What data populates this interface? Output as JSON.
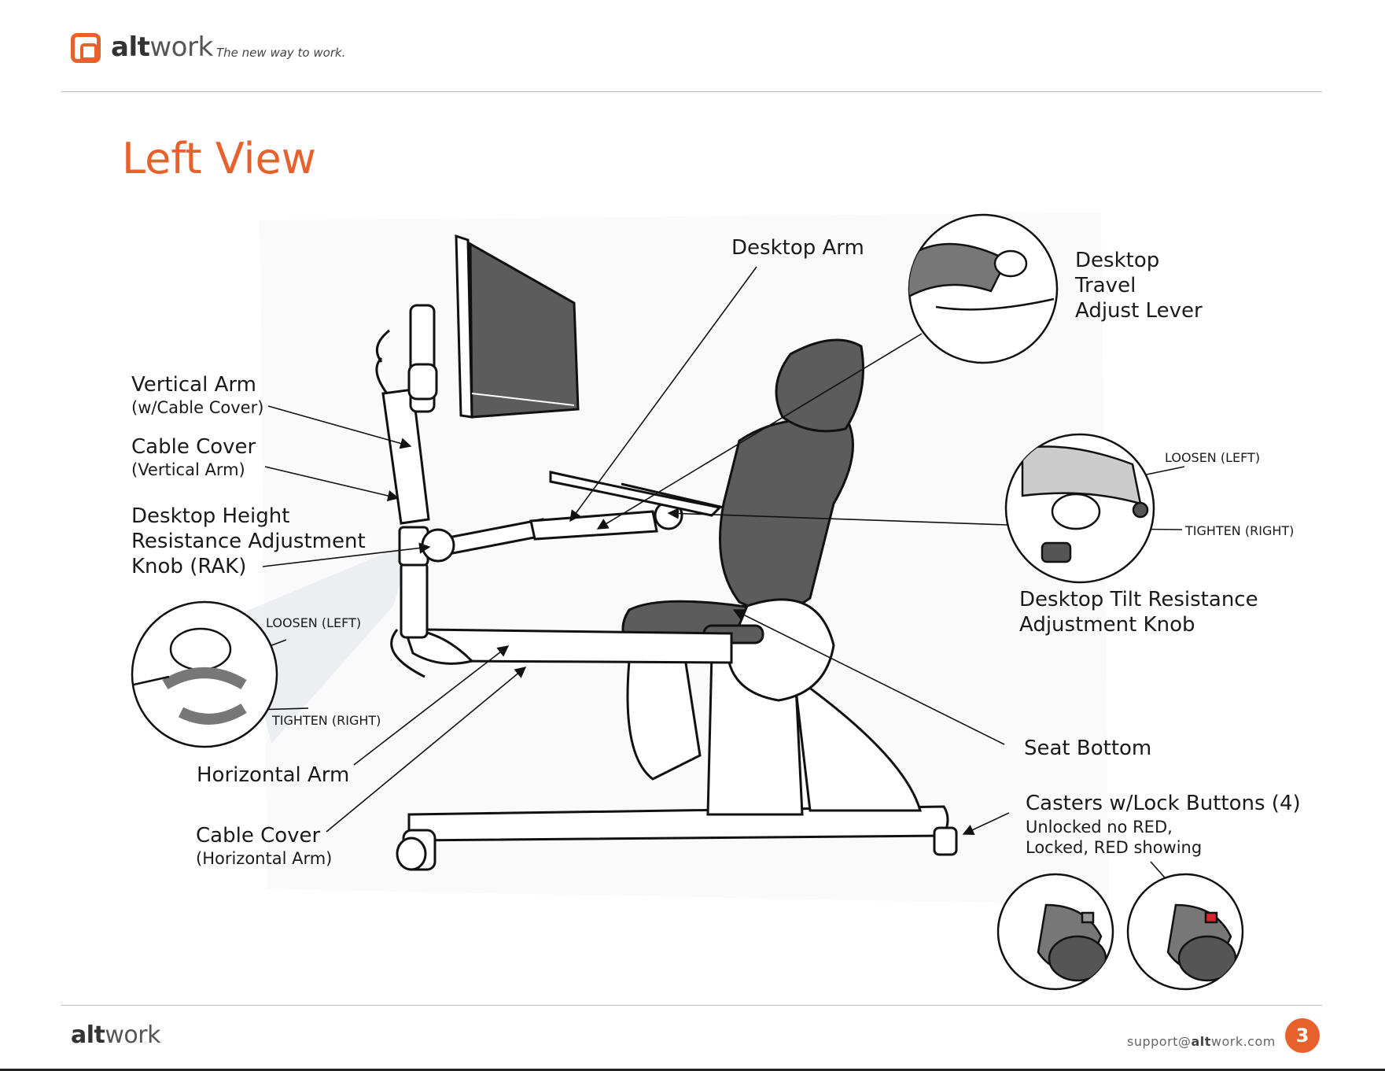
{
  "header": {
    "brand_bold": "alt",
    "brand_light": "work",
    "tagline": "The new way to work."
  },
  "title": "Left View",
  "labels": {
    "vertical_arm": "Vertical Arm",
    "vertical_arm_sub": "(w/Cable Cover)",
    "cable_cover_v": "Cable Cover",
    "cable_cover_v_sub": "(Vertical Arm)",
    "rak_line1": "Desktop Height",
    "rak_line2": "Resistance Adjustment",
    "rak_line3": "Knob (RAK)",
    "loosen_left_1": "LOOSEN (LEFT)",
    "tighten_right_1": "TIGHTEN (RIGHT)",
    "horizontal_arm": "Horizontal Arm",
    "cable_cover_h": "Cable Cover",
    "cable_cover_h_sub": "(Horizontal Arm)",
    "desktop_arm": "Desktop Arm",
    "travel_line1": "Desktop",
    "travel_line2": "Travel",
    "travel_line3": "Adjust Lever",
    "loosen_left_2": "LOOSEN (LEFT)",
    "tighten_right_2": "TIGHTEN (RIGHT)",
    "tilt_line1": "Desktop Tilt Resistance",
    "tilt_line2": "Adjustment Knob",
    "seat_bottom": "Seat Bottom",
    "casters": "Casters w/Lock Buttons (4)",
    "casters_sub1": "Unlocked no RED,",
    "casters_sub2": "Locked, RED showing"
  },
  "footer": {
    "brand_bold": "alt",
    "brand_light": "work",
    "email_user": "support@",
    "email_bold": "alt",
    "email_rest": "work.com",
    "page_number": "3"
  },
  "colors": {
    "accent": "#e8602c",
    "lock_red": "#d9262c",
    "upholstery": "#5c5c5c"
  }
}
